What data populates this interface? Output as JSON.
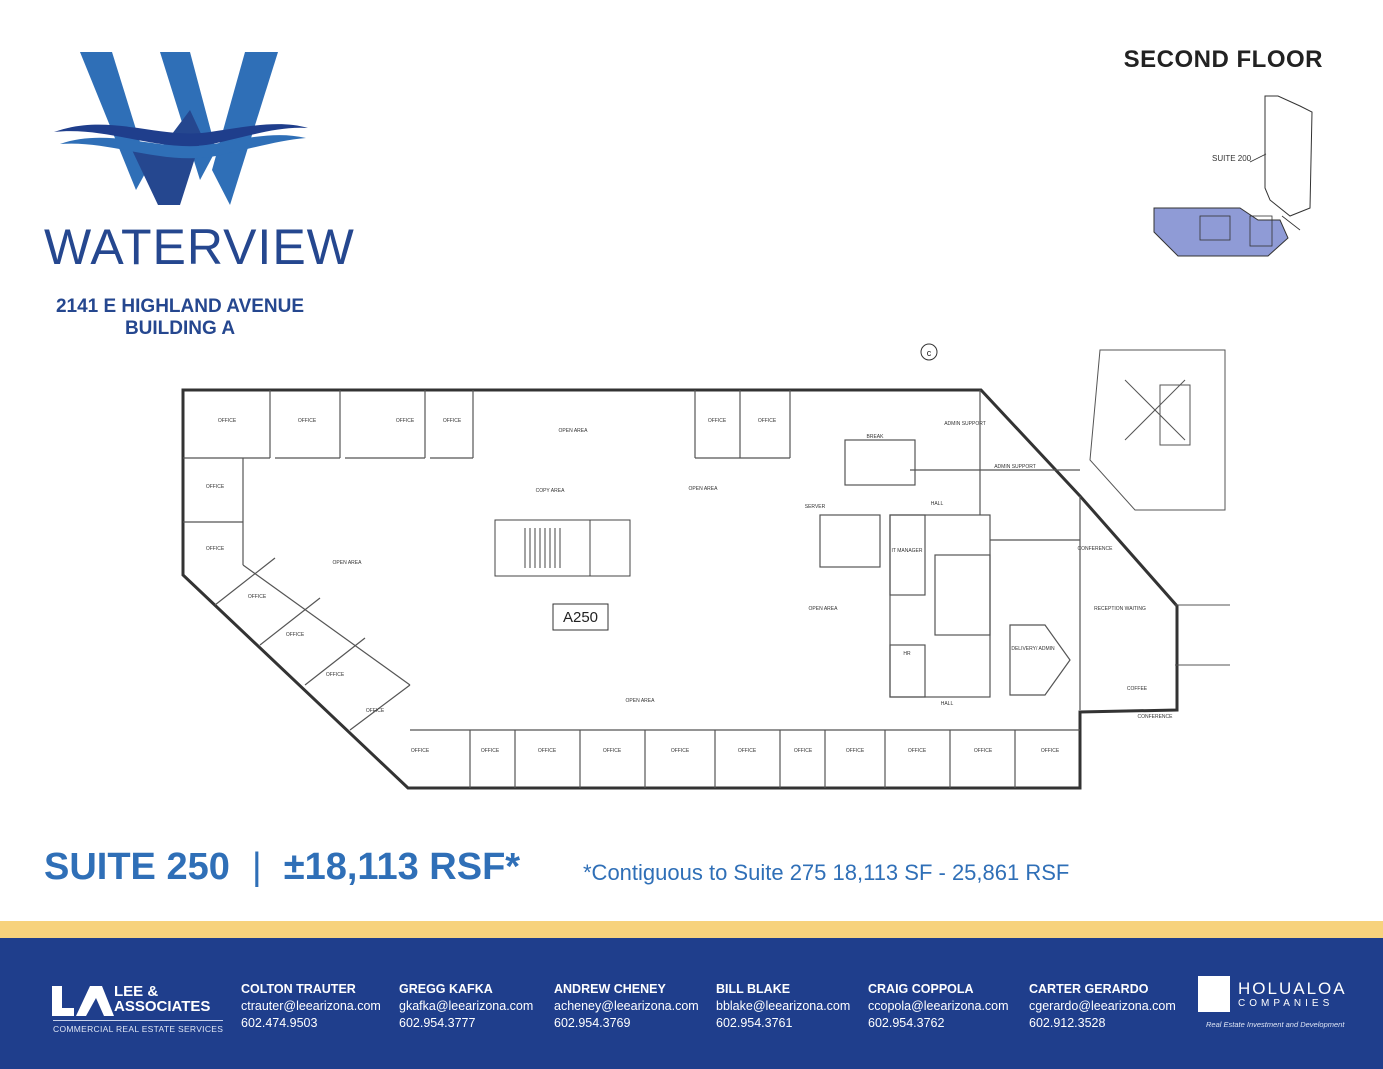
{
  "brand": {
    "name": "WATERVIEW"
  },
  "address": {
    "line1": "2141 E HIGHLAND AVENUE",
    "line2": "BUILDING A"
  },
  "floor_label": "SECOND FLOOR",
  "keyplan": {
    "suite_label": "SUITE 200"
  },
  "plan": {
    "suite_tag": "A250",
    "compass_marker": "c",
    "rooms": [
      "OFFICE",
      "OPEN AREA",
      "COPY AREA",
      "CONFERENCE",
      "RECEPTION WAITING",
      "IT MANAGER",
      "HR",
      "DELIVERY/ ADMIN",
      "HALL",
      "COFFEE",
      "BREAK",
      "ADMIN SUPPORT",
      "SERVER"
    ]
  },
  "suite": {
    "title": "SUITE 250",
    "separator": "|",
    "size": "±18,113 RSF*"
  },
  "note": "*Contiguous to Suite 275 18,113 SF - 25,861 RSF",
  "lee": {
    "name_line1": "LEE &",
    "name_line2": "ASSOCIATES",
    "tagline": "COMMERCIAL REAL ESTATE SERVICES"
  },
  "contacts": [
    {
      "name": "COLTON TRAUTER",
      "email": "ctrauter@leearizona.com",
      "phone": "602.474.9503"
    },
    {
      "name": "GREGG KAFKA",
      "email": "gkafka@leearizona.com",
      "phone": "602.954.3777"
    },
    {
      "name": "ANDREW CHENEY",
      "email": "acheney@leearizona.com",
      "phone": "602.954.3769"
    },
    {
      "name": "BILL BLAKE",
      "email": "bblake@leearizona.com",
      "phone": "602.954.3761"
    },
    {
      "name": "CRAIG COPPOLA",
      "email": "ccopola@leearizona.com",
      "phone": "602.954.3762"
    },
    {
      "name": "CARTER GERARDO",
      "email": "cgerardo@leearizona.com",
      "phone": "602.912.3528"
    }
  ],
  "holualoa": {
    "name": "HOLUALOA",
    "companies": "COMPANIES",
    "tagline": "Real Estate Investment and Development"
  },
  "colors": {
    "brand_blue": "#25478f",
    "accent_blue": "#2f6fb7",
    "footer_blue": "#1f3e8c",
    "gold": "#f7d27c"
  }
}
